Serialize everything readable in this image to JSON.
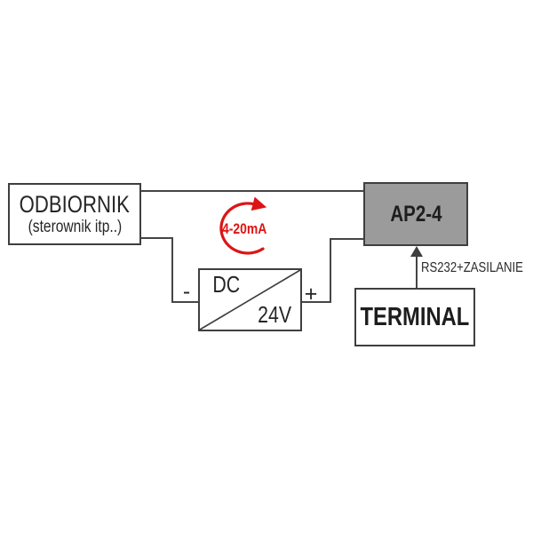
{
  "diagram": {
    "background": "#ffffff",
    "line_color": "#3f3f3f",
    "accent_red": "#dd1414",
    "boxes": {
      "odbiornik": {
        "title": "ODBIORNIK",
        "subtitle": "(sterownik itp..)"
      },
      "ap24": {
        "label": "AP2-4",
        "fill": "#9b9b9b"
      },
      "dc_supply": {
        "type_label": "DC",
        "voltage_label": "24V"
      },
      "terminal": {
        "label": "TERMINAL"
      }
    },
    "labels": {
      "minus": "-",
      "plus": "+",
      "current_loop": "4-20mA",
      "serial_link": "RS232+ZASILANIE"
    }
  }
}
